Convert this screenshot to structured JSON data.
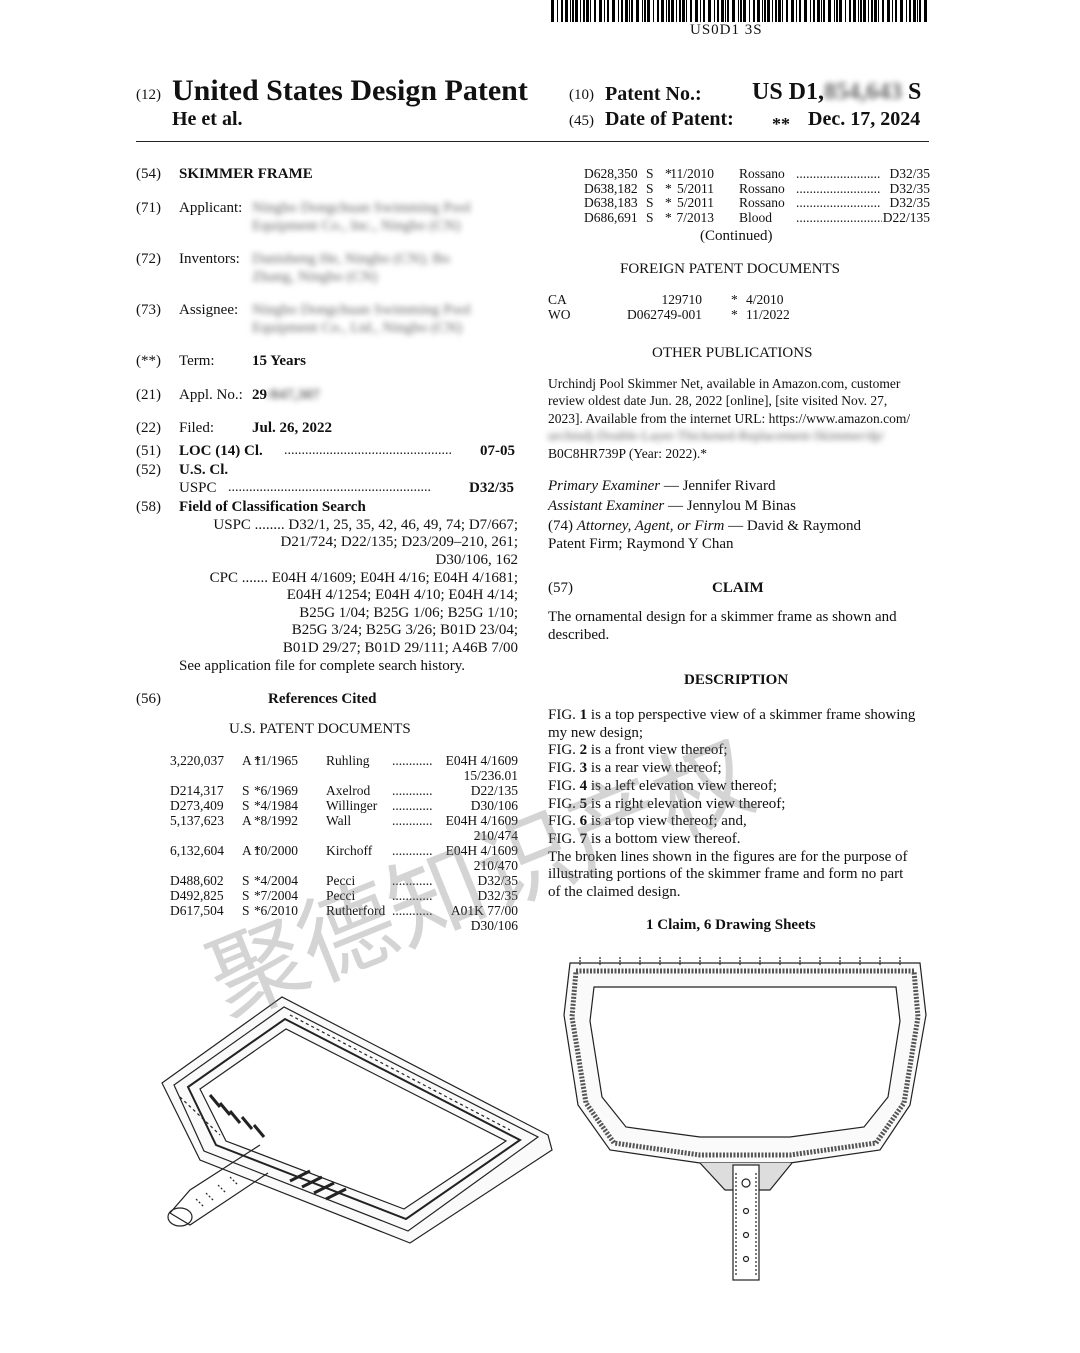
{
  "barcode": {
    "number": "US0D1   3S"
  },
  "header": {
    "code12": "(12)",
    "title": "United States Design Patent",
    "authors": "He et al.",
    "code10": "(10)",
    "patent_no_label": "Patent No.:",
    "patent_no": "US D1,",
    "patent_no_suffix": "S",
    "code45": "(45)",
    "date_label": "Date of Patent:",
    "date_star": "**",
    "date": "Dec. 17, 2024"
  },
  "left": {
    "f54": {
      "code": "(54)",
      "title": "SKIMMER FRAME"
    },
    "f71": {
      "code": "(71)",
      "label": "Applicant:",
      "line1": "Ningbo Dongchuan Swimming Pool",
      "line2": "Equipment Co., Inc., Ningbo (CN)"
    },
    "f72": {
      "code": "(72)",
      "label": "Inventors:",
      "line1": "Danisheng He, Ningbo (CN); Bo",
      "line2": "Zhang, Ningbo (CN)"
    },
    "f73": {
      "code": "(73)",
      "label": "Assignee:",
      "line1": "Ningbo Dongchuan Swimming Pool",
      "line2": "Equipment Co., Ltd., Ningbo (CN)"
    },
    "term": {
      "code": "(**)",
      "label": "Term:",
      "value": "15 Years"
    },
    "f21": {
      "code": "(21)",
      "label": "Appl. No.:",
      "value": "29",
      "value_blur": "/847,307"
    },
    "f22": {
      "code": "(22)",
      "label": "Filed:",
      "value": "Jul. 26, 2022"
    },
    "f51": {
      "code": "(51)",
      "label": "LOC (14) Cl.",
      "dots": "................................................",
      "value": "07-05"
    },
    "f52": {
      "code": "(52)",
      "label": "U.S. Cl.",
      "sub": "USPC",
      "dots": "..........................................................",
      "value": "D32/35"
    },
    "f58": {
      "code": "(58)",
      "label": "Field of Classification Search",
      "uspc_lines": [
        "USPC ........ D32/1, 25, 35, 42, 46, 49, 74; D7/667;",
        "D21/724; D22/135; D23/209–210, 261;",
        "D30/106, 162"
      ],
      "cpc_lines": [
        "CPC ....... E04H 4/1609; E04H 4/16; E04H 4/1681;",
        "E04H 4/1254; E04H 4/10; E04H 4/14;",
        "B25G 1/04; B25G 1/06; B25G 1/10;",
        "B25G 3/24; B25G 3/26; B01D 23/04;",
        "B01D 29/27; B01D 29/111; A46B 7/00"
      ],
      "see": "See application file for complete search history."
    },
    "f56": {
      "code": "(56)",
      "label": "References Cited",
      "subhead": "U.S. PATENT DOCUMENTS"
    },
    "refs": [
      {
        "num": "3,220,037",
        "kind": "A",
        "star": "*",
        "date": "11/1965",
        "name": "Ruhling",
        "dots": "...............",
        "cls": "E04H 4/1609",
        "cls2": "15/236.01"
      },
      {
        "num": "D214,317",
        "kind": "S",
        "star": "*",
        "date": "6/1969",
        "name": "Axelrod",
        "dots": ".......................",
        "cls": "D22/135",
        "cls2": ""
      },
      {
        "num": "D273,409",
        "kind": "S",
        "star": "*",
        "date": "4/1984",
        "name": "Willinger",
        "dots": "......................",
        "cls": "D30/106",
        "cls2": ""
      },
      {
        "num": "5,137,623",
        "kind": "A",
        "star": "*",
        "date": "8/1992",
        "name": "Wall",
        "dots": ".......................",
        "cls": "E04H 4/1609",
        "cls2": "210/474"
      },
      {
        "num": "6,132,604",
        "kind": "A",
        "star": "*",
        "date": "10/2000",
        "name": "Kirchoff",
        "dots": "..............",
        "cls": "E04H 4/1609",
        "cls2": "210/470"
      },
      {
        "num": "D488,602",
        "kind": "S",
        "star": "*",
        "date": "4/2004",
        "name": "Pecci",
        "dots": "...........................",
        "cls": "D32/35",
        "cls2": ""
      },
      {
        "num": "D492,825",
        "kind": "S",
        "star": "*",
        "date": "7/2004",
        "name": "Pecci",
        "dots": "...........................",
        "cls": "D32/35",
        "cls2": ""
      },
      {
        "num": "D617,504",
        "kind": "S",
        "star": "*",
        "date": "6/2010",
        "name": "Rutherford",
        "dots": "............",
        "cls": "A01K 77/00",
        "cls2": "D30/106"
      }
    ]
  },
  "right": {
    "refs_cont": [
      {
        "num": "D628,350",
        "kind": "S",
        "star": "*",
        "date": "11/2010",
        "name": "Rossano",
        "dots": ".........................",
        "cls": "D32/35"
      },
      {
        "num": "D638,182",
        "kind": "S",
        "star": "*",
        "date": "5/2011",
        "name": "Rossano",
        "dots": ".........................",
        "cls": "D32/35"
      },
      {
        "num": "D638,183",
        "kind": "S",
        "star": "*",
        "date": "5/2011",
        "name": "Rossano",
        "dots": ".........................",
        "cls": "D32/35"
      },
      {
        "num": "D686,691",
        "kind": "S",
        "star": "*",
        "date": "7/2013",
        "name": "Blood",
        "dots": "...........................",
        "cls": "D22/135"
      }
    ],
    "continued": "(Continued)",
    "foreign_head": "FOREIGN PATENT DOCUMENTS",
    "foreign": [
      {
        "country": "CA",
        "num": "129710",
        "star": "*",
        "date": "4/2010"
      },
      {
        "country": "WO",
        "num": "D062749-001",
        "star": "*",
        "date": "11/2022"
      }
    ],
    "other_head": "OTHER PUBLICATIONS",
    "other_lines": [
      "Urchindj Pool Skimmer Net, available in Amazon.com, customer",
      "review oldest date Jun. 28, 2022 [online], [site visited Nov. 27,",
      "2023]. Available from the internet URL: https://www.amazon.com/"
    ],
    "other_blur": "urchindj-Double-Layer-Thickened-Replacement-Skimmer/dp/",
    "other_last": "B0C8HR739P (Year: 2022).*",
    "primary_label": "Primary Examiner",
    "primary": " — Jennifer Rivard",
    "assistant_label": "Assistant Examiner",
    "assistant": " — Jennylou M Binas",
    "attorney_code": "(74)",
    "attorney_label": "Attorney, Agent, or Firm",
    "attorney": " — David & Raymond",
    "attorney2": "Patent Firm; Raymond Y Chan",
    "claim_code": "(57)",
    "claim_head": "CLAIM",
    "claim_line1": "The ornamental design for a skimmer frame as shown and",
    "claim_line2": "described.",
    "desc_head": "DESCRIPTION",
    "desc_lines": [
      {
        "fig": "FIG. ",
        "n": "1",
        "text": " is a top perspective view of a skimmer frame showing"
      },
      {
        "fig": "",
        "n": "",
        "text": "my new design;"
      },
      {
        "fig": "FIG. ",
        "n": "2",
        "text": " is a front view thereof;"
      },
      {
        "fig": "FIG. ",
        "n": "3",
        "text": " is a rear view thereof;"
      },
      {
        "fig": "FIG. ",
        "n": "4",
        "text": " is a left elevation view thereof;"
      },
      {
        "fig": "FIG. ",
        "n": "5",
        "text": " is a right elevation view thereof;"
      },
      {
        "fig": "FIG. ",
        "n": "6",
        "text": " is a top view thereof; and,"
      },
      {
        "fig": "FIG. ",
        "n": "7",
        "text": " is a bottom view thereof."
      },
      {
        "fig": "",
        "n": "",
        "text": "The broken lines shown in the figures are for the purpose of"
      },
      {
        "fig": "",
        "n": "",
        "text": "illustrating portions of the skimmer frame and form no part"
      },
      {
        "fig": "",
        "n": "",
        "text": "of the claimed design."
      }
    ],
    "claims_summary": "1 Claim, 6 Drawing Sheets"
  },
  "watermark": "聚德知识产权"
}
